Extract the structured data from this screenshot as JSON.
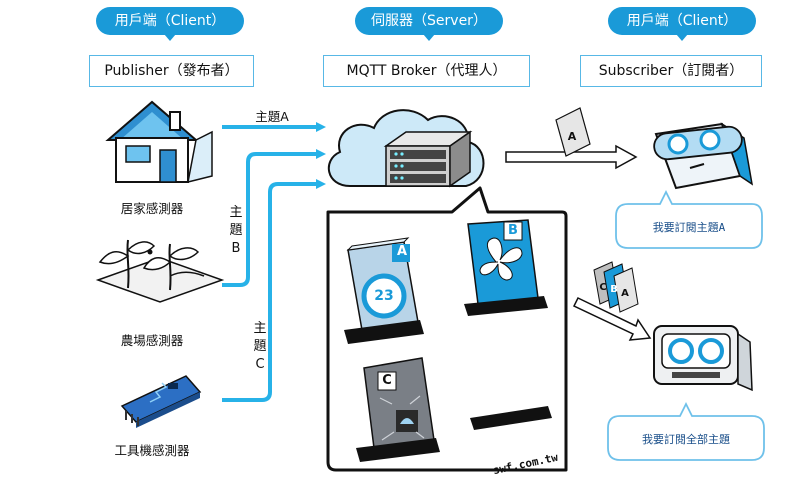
{
  "roles": {
    "left": {
      "pill": "用戶端（Client）",
      "box": "Publisher（發布者）"
    },
    "center": {
      "pill": "伺服器（Server）",
      "box": "MQTT Broker（代理人）"
    },
    "right": {
      "pill": "用戶端（Client）",
      "box": "Subscriber（訂閱者）"
    }
  },
  "sensors": {
    "home": "居家感測器",
    "farm": "農場感測器",
    "machine": "工具機感測器"
  },
  "topics": {
    "a": "主題A",
    "b": [
      "主",
      "題",
      "B"
    ],
    "c": [
      "主",
      "題",
      "C"
    ]
  },
  "topic_cards": {
    "a_letter": "A",
    "a_number": "23",
    "b_letter": "B",
    "c_letter": "C"
  },
  "envelope_letters": {
    "single": "A",
    "multi": [
      "C",
      "B",
      "A"
    ]
  },
  "bubbles": {
    "sub1": "我要訂閱主題A",
    "sub2": "我要訂閱全部主題"
  },
  "watermark": "swf.com.tw",
  "colors": {
    "accent": "#1a9ad8",
    "arrow": "#27b2e8",
    "cloud": "#cde9f8"
  }
}
